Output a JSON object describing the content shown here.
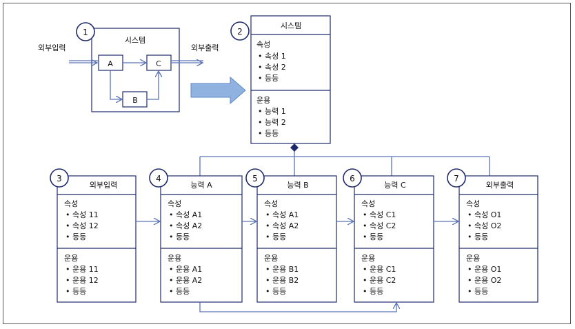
{
  "sys_diagram": {
    "num": "1",
    "title": "시스템",
    "input_label": "외부입력",
    "output_label": "외부출력",
    "node_a": "A",
    "node_b": "B",
    "node_c": "C"
  },
  "system_class": {
    "num": "2",
    "title": "시스템",
    "attr_heading": "속성",
    "attrs": [
      "• 속성 1",
      "• 속성 2",
      "• 등등"
    ],
    "op_heading": "운용",
    "ops": [
      "• 능력 1",
      "• 능력 2",
      "• 등등"
    ]
  },
  "classes": [
    {
      "num": "3",
      "title": "외부입력",
      "attr_heading": "속성",
      "attrs": [
        "• 속성 11",
        "• 속성 12",
        "• 등등"
      ],
      "op_heading": "운용",
      "ops": [
        "• 운용 11",
        "• 운용 12",
        "• 등등"
      ]
    },
    {
      "num": "4",
      "title": "능력 A",
      "attr_heading": "속성",
      "attrs": [
        "• 속성 A1",
        "• 속성 A2",
        "• 등등"
      ],
      "op_heading": "운용",
      "ops": [
        "• 운용 A1",
        "• 운용 A2",
        "• 등등"
      ]
    },
    {
      "num": "5",
      "title": "능력 B",
      "attr_heading": "속성",
      "attrs": [
        "• 속성 A1",
        "• 속성 A2",
        "• 등등"
      ],
      "op_heading": "운용",
      "ops": [
        "• 운용 B1",
        "• 운용 B2",
        "• 등등"
      ]
    },
    {
      "num": "6",
      "title": "능력 C",
      "attr_heading": "속성",
      "attrs": [
        "• 속성 C1",
        "• 속성 C2",
        "• 등등"
      ],
      "op_heading": "운용",
      "ops": [
        "• 운용 C1",
        "• 운용 C2",
        "• 등등"
      ]
    },
    {
      "num": "7",
      "title": "외부출력",
      "attr_heading": "속성",
      "attrs": [
        "• 속성 O1",
        "• 속성 O2",
        "• 등등"
      ],
      "op_heading": "운용",
      "ops": [
        "• 운용 O1",
        "• 운용 O2",
        "• 등등"
      ]
    }
  ]
}
